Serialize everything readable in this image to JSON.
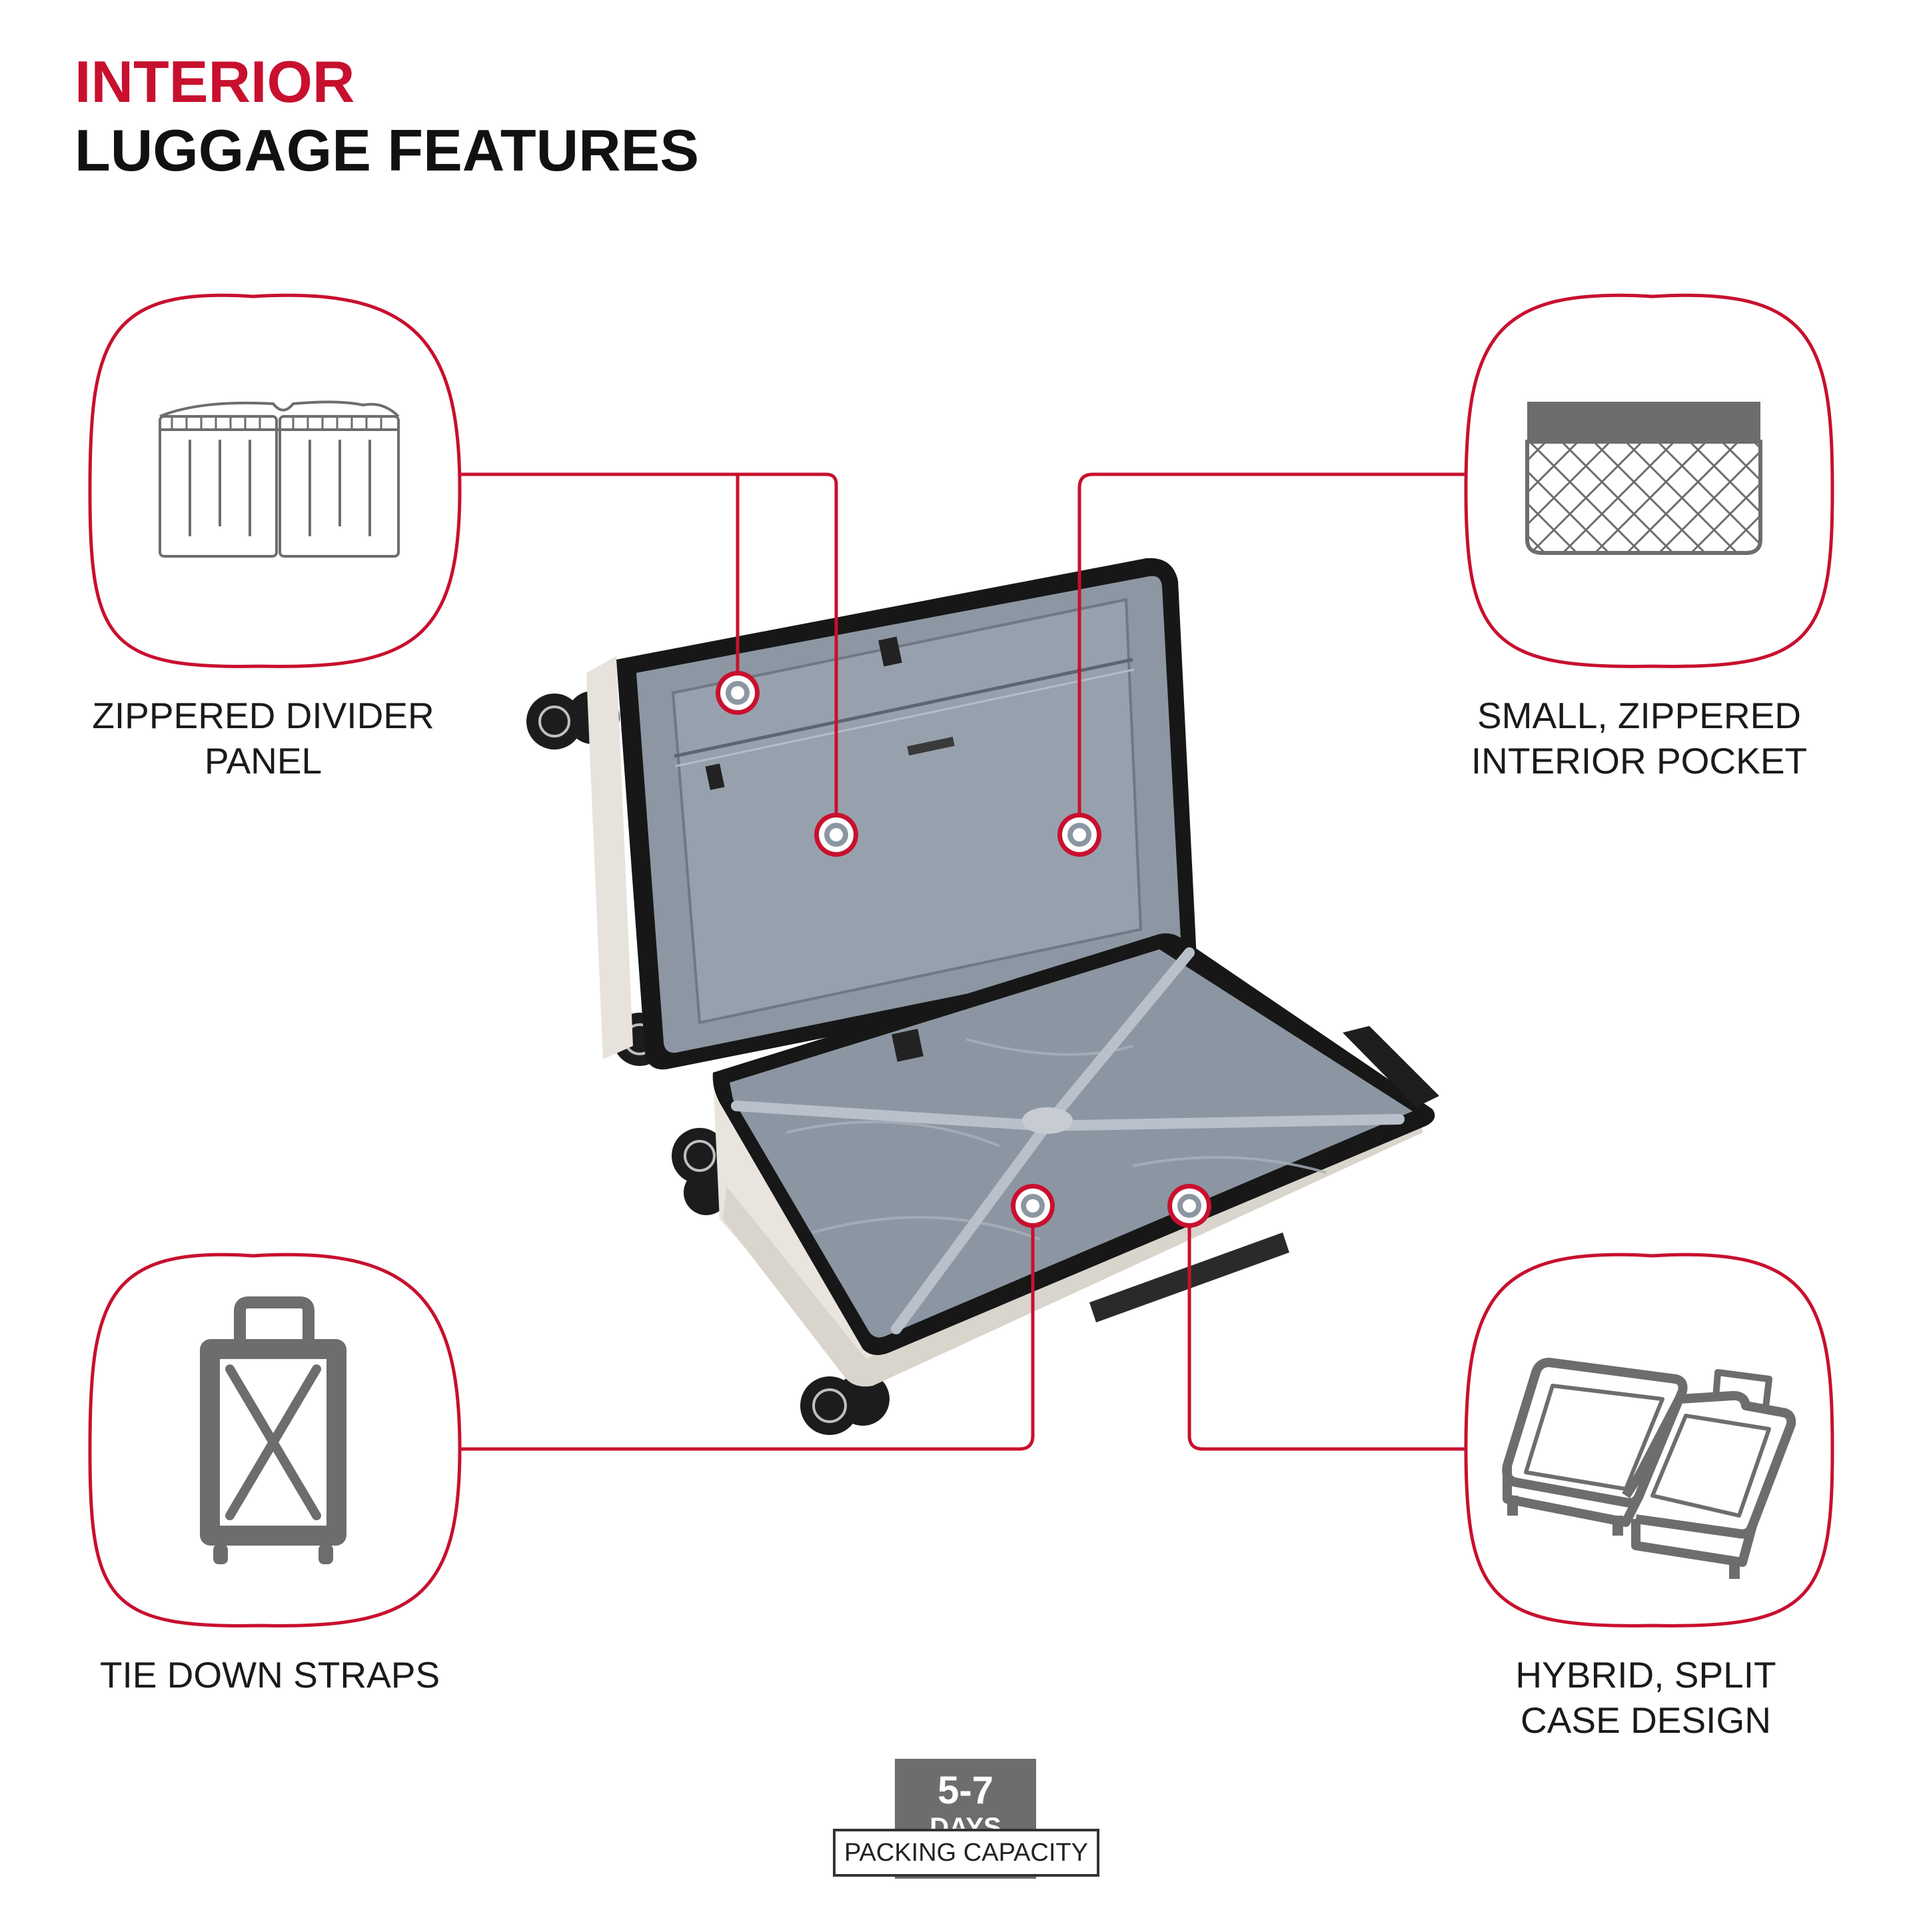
{
  "header": {
    "line1": "INTERIOR",
    "line2": "LUGGAGE FEATURES"
  },
  "features": [
    {
      "id": "zippered-divider",
      "line1": "ZIPPERED DIVIDER",
      "line2": "PANEL",
      "icon": "divider-panel-icon"
    },
    {
      "id": "interior-pocket",
      "line1": "SMALL, ZIPPERED",
      "line2": "INTERIOR POCKET",
      "icon": "mesh-pocket-icon"
    },
    {
      "id": "tie-down",
      "line1": "TIE DOWN STRAPS",
      "line2": "",
      "icon": "tie-down-straps-icon"
    },
    {
      "id": "split-case",
      "line1": "HYBRID, SPLIT",
      "line2": "CASE DESIGN",
      "icon": "split-case-icon"
    }
  ],
  "badge": {
    "value": "5-7",
    "unit": "DAYS",
    "caption": "PACKING CAPACITY"
  },
  "colors": {
    "accent": "#c8102e",
    "icon_gray": "#6d6d6d",
    "lining": "#8c96a2"
  }
}
